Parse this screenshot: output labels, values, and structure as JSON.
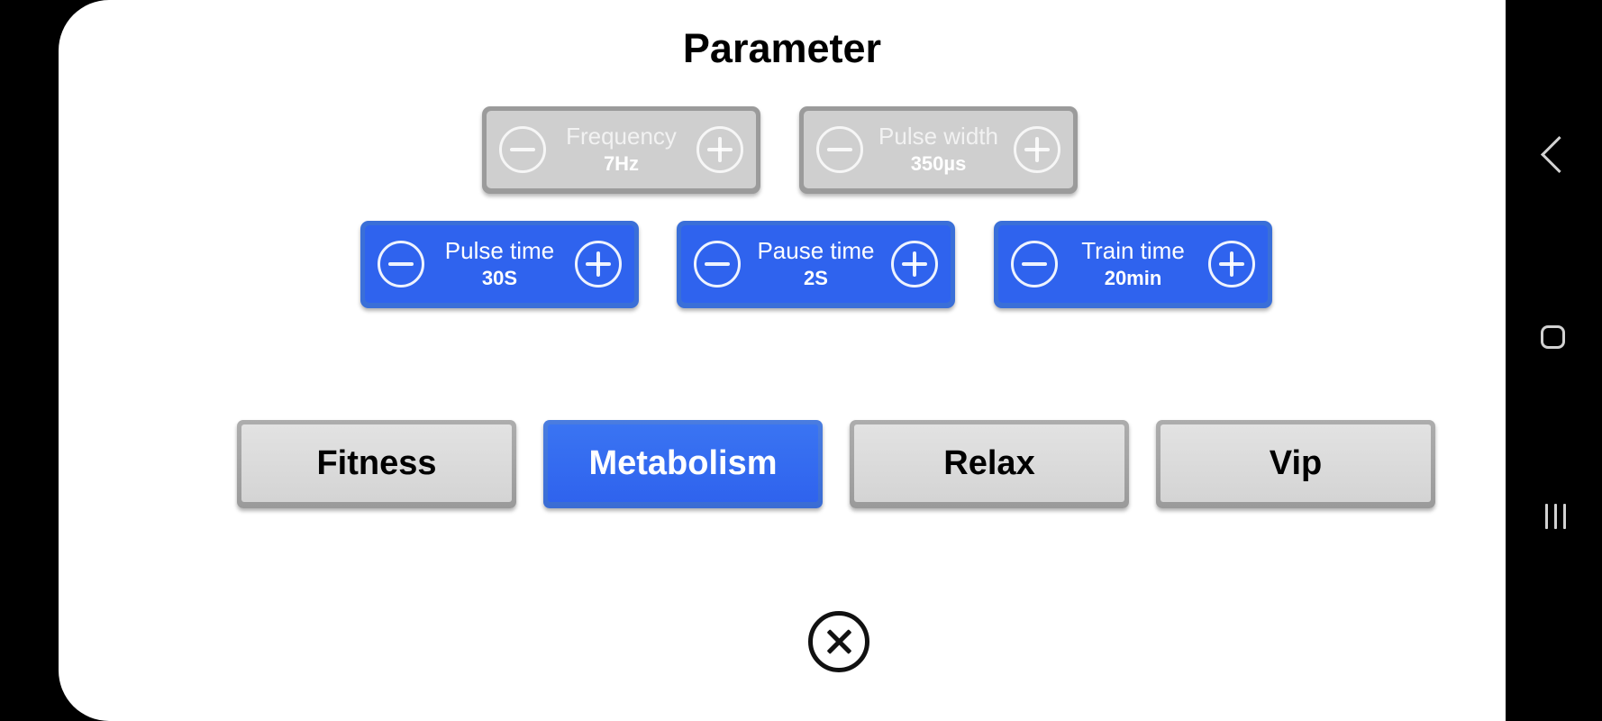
{
  "screen": {
    "title": "Parameter",
    "accent_blue": "#2f63ee",
    "disabled_grey": "#cfcfcf",
    "card_background": "#ffffff",
    "letterbox_color": "#000000"
  },
  "steppers": {
    "row1": [
      {
        "name": "frequency",
        "label": "Frequency",
        "value": "7Hz",
        "state": "disabled",
        "decrement_icon": "minus-circle-icon",
        "increment_icon": "plus-circle-icon"
      },
      {
        "name": "pulse-width",
        "label": "Pulse width",
        "value": "350µs",
        "state": "disabled",
        "decrement_icon": "minus-circle-icon",
        "increment_icon": "plus-circle-icon"
      }
    ],
    "row2": [
      {
        "name": "pulse-time",
        "label": "Pulse time",
        "value": "30S",
        "state": "enabled",
        "decrement_icon": "minus-circle-icon",
        "increment_icon": "plus-circle-icon"
      },
      {
        "name": "pause-time",
        "label": "Pause time",
        "value": "2S",
        "state": "enabled",
        "decrement_icon": "minus-circle-icon",
        "increment_icon": "plus-circle-icon"
      },
      {
        "name": "train-time",
        "label": "Train time",
        "value": "20min",
        "state": "enabled",
        "decrement_icon": "minus-circle-icon",
        "increment_icon": "plus-circle-icon"
      }
    ]
  },
  "modes": [
    {
      "name": "fitness",
      "label": "Fitness",
      "selected": false
    },
    {
      "name": "metabolism",
      "label": "Metabolism",
      "selected": true
    },
    {
      "name": "relax",
      "label": "Relax",
      "selected": false
    },
    {
      "name": "vip",
      "label": "Vip",
      "selected": false
    }
  ],
  "close_button": {
    "icon": "close-circle-icon",
    "label": ""
  },
  "navbar": {
    "back": {
      "icon": "chevron-left-icon"
    },
    "home": {
      "icon": "home-square-icon"
    },
    "recents": {
      "icon": "recents-bars-icon"
    }
  }
}
